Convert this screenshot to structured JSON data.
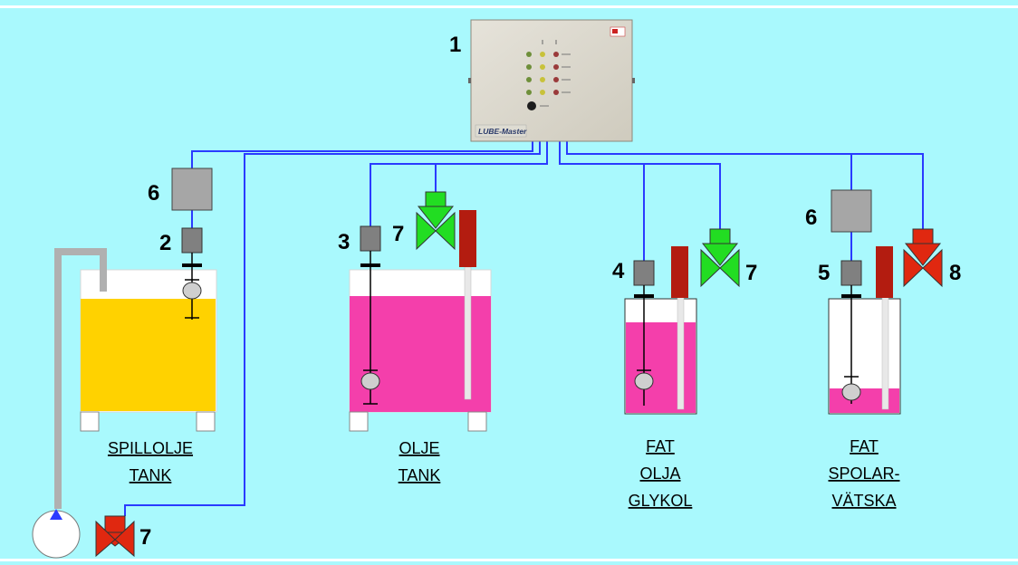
{
  "numbers": {
    "controller": "1",
    "sensor_spill": "2",
    "sensor_oil": "3",
    "sensor_glycol": "4",
    "sensor_washer": "5",
    "box_spill": "6",
    "box_washer": "6",
    "valve_oil": "7",
    "valve_glycol": "7",
    "valve_pump": "7",
    "valve_washer": "8"
  },
  "controller": {
    "brand": "LUBE-Master"
  },
  "tanks": [
    {
      "lines": [
        "SPILLOLJE",
        "TANK"
      ],
      "liquid": "#ffd200",
      "level": 0.8
    },
    {
      "lines": [
        "OLJE",
        "TANK"
      ],
      "liquid": "#f43fab",
      "level": 0.82
    },
    {
      "lines": [
        "FAT",
        "OLJA",
        "GLYKOL"
      ],
      "liquid": "#f43fab",
      "level": 0.83
    },
    {
      "lines": [
        "FAT",
        "SPOLAR-",
        "VÄTSKA"
      ],
      "liquid": "#f43fab",
      "level": 0.22
    }
  ],
  "colors": {
    "background": "#a9f9fd",
    "wire": "#2a3bff",
    "valve_green": "#22dd22",
    "valve_red": "#e02810",
    "dipstick": "#b31c10",
    "box_gray": "#a6a6a6",
    "sensor_gray": "#808080",
    "pipe_gray": "#b0b0b0"
  }
}
